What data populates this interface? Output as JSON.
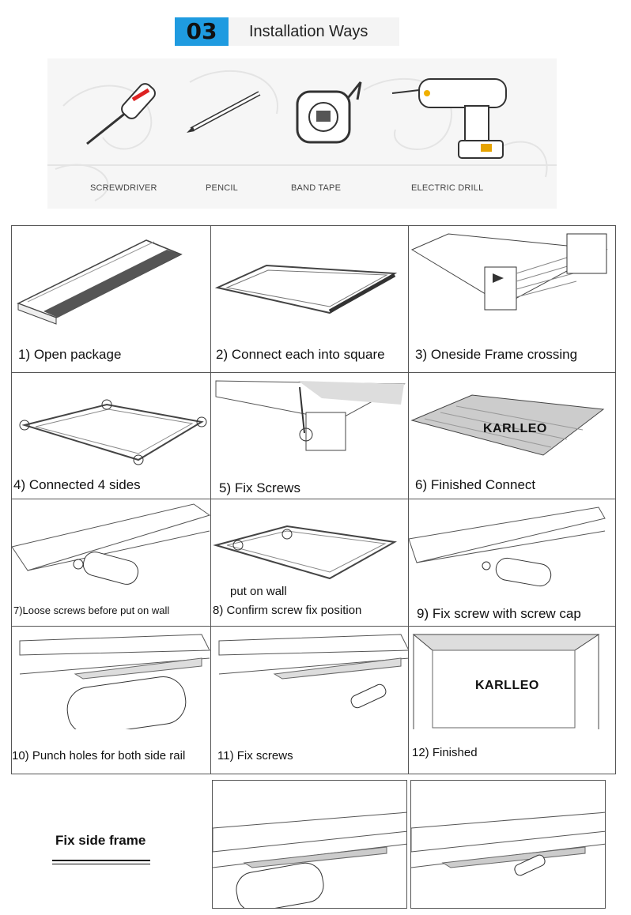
{
  "header": {
    "number": "03",
    "title": "Installation Ways"
  },
  "tools": [
    {
      "label": "SCREWDRIVER",
      "icon": "screwdriver-icon"
    },
    {
      "label": "PENCIL",
      "icon": "pencil-icon"
    },
    {
      "label": "BAND TAPE",
      "icon": "tape-measure-icon"
    },
    {
      "label": "ELECTRIC DRILL",
      "icon": "electric-drill-icon"
    }
  ],
  "steps": [
    {
      "caption": "1)  Open package"
    },
    {
      "caption": "2)  Connect each into square"
    },
    {
      "caption": "3)  Oneside Frame crossing"
    },
    {
      "caption": "4) Connected 4 sides"
    },
    {
      "caption": "5) Fix Screws"
    },
    {
      "caption": "6) Finished Connect",
      "brand": "KARLLEO"
    },
    {
      "caption": "7)Loose screws before put on wall"
    },
    {
      "caption": "8) Confirm screw fix position",
      "pre_caption": "put on wall"
    },
    {
      "caption": "9)  Fix screw with screw cap"
    },
    {
      "caption": "10) Punch holes for both side rail"
    },
    {
      "caption": "11) Fix screws"
    },
    {
      "caption": "12) Finished",
      "brand": "KARLLEO"
    }
  ],
  "fix_side_frame": {
    "label": "Fix side frame"
  }
}
